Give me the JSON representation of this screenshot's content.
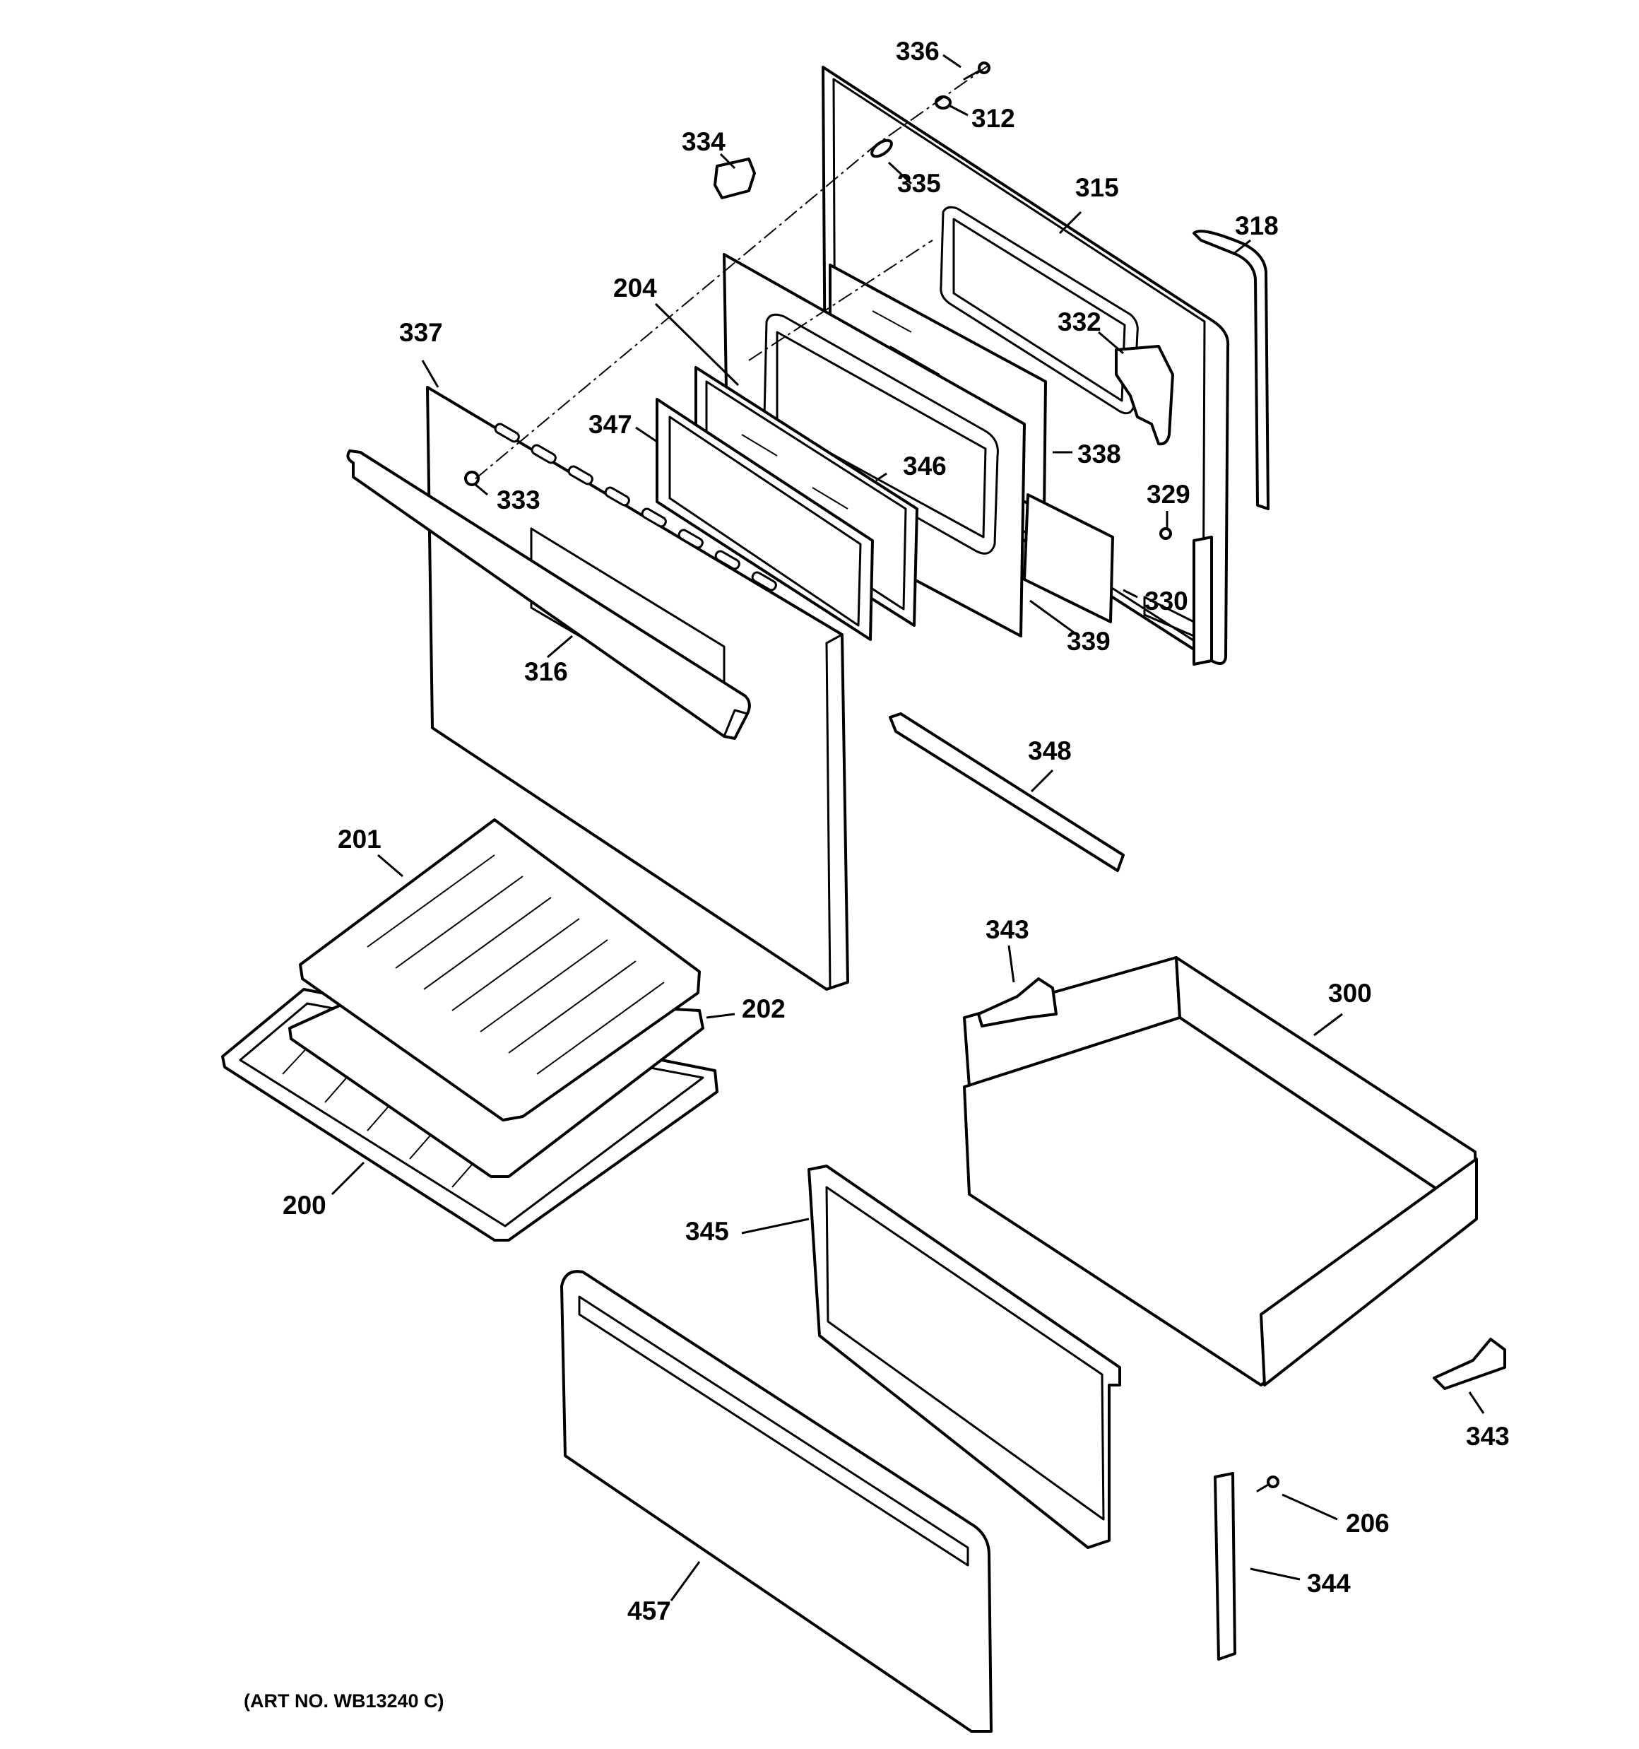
{
  "callouts": {
    "p336": "336",
    "p312": "312",
    "p334": "334",
    "p335": "335",
    "p315": "315",
    "p318": "318",
    "p204": "204",
    "p337": "337",
    "p332": "332",
    "p347": "347",
    "p338": "338",
    "p346": "346",
    "p333": "333",
    "p329": "329",
    "p330": "330",
    "p339": "339",
    "p316": "316",
    "p348": "348",
    "p201": "201",
    "p343a": "343",
    "p300": "300",
    "p202": "202",
    "p200": "200",
    "p345": "345",
    "p343b": "343",
    "p206": "206",
    "p344": "344",
    "p457": "457"
  },
  "art_number": "(ART NO. WB13240 C)"
}
